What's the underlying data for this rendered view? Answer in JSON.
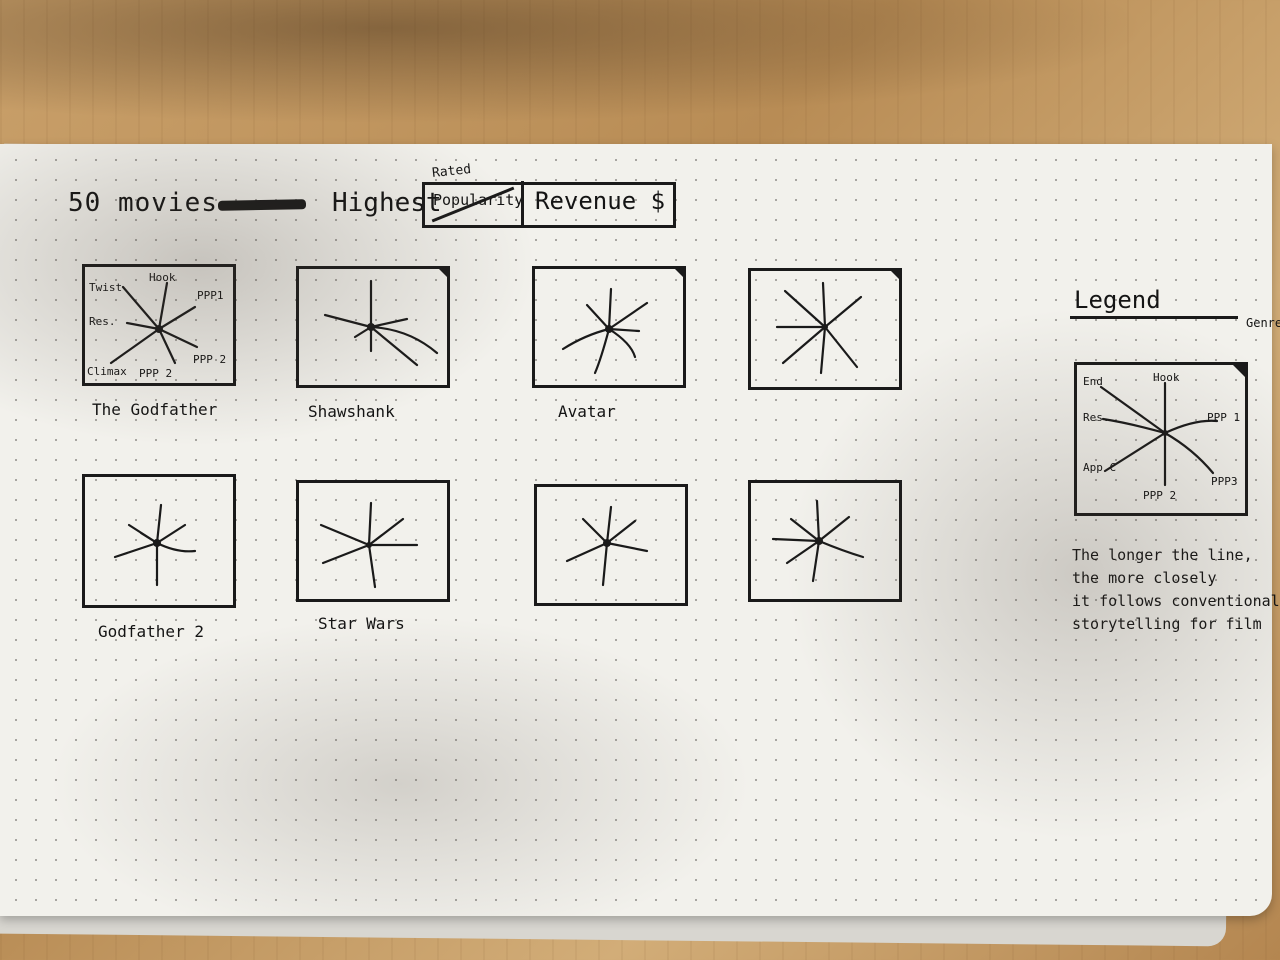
{
  "header": {
    "title": "50 movies",
    "highest": "Highest",
    "rated_over": "Rated",
    "option_struck": "Popularity",
    "option_revenue": "Revenue $"
  },
  "cards": [
    {
      "caption": "The Godfather"
    },
    {
      "caption": "Shawshank"
    },
    {
      "caption": "Avatar"
    },
    {
      "caption": ""
    },
    {
      "caption": "Godfather 2"
    },
    {
      "caption": "Star Wars"
    },
    {
      "caption": ""
    },
    {
      "caption": ""
    }
  ],
  "first_card_labels": {
    "twist": "Twist",
    "hook": "Hook",
    "ppp1": "PPP1",
    "res": "Res.",
    "ppp2_right": "PPP 2",
    "climax": "Climax",
    "ppp2": "PPP 2"
  },
  "legend": {
    "title": "Legend",
    "genre": "Genre",
    "labels": {
      "end": "End",
      "hook": "Hook",
      "res": "Res.",
      "ppp1": "PPP 1",
      "app_c": "App C",
      "ppp2_bottom": "PPP 2",
      "ppp3": "PPP3"
    },
    "note": "The longer the line,\nthe more closely\nit follows conventional\nstorytelling for film"
  },
  "colors": {
    "ink": "#1a1a1a",
    "paper": "#f2f1ec",
    "desk": "#c9a06a"
  }
}
